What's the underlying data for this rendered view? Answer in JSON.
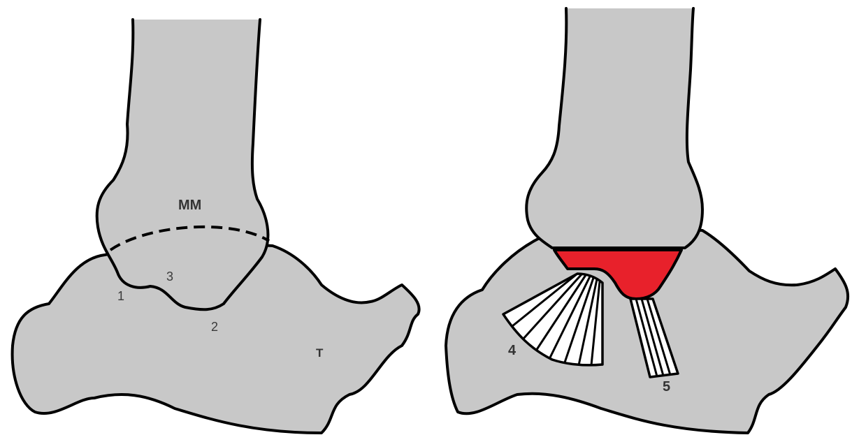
{
  "colors": {
    "bone_fill": "#c8c8c8",
    "outline": "#000000",
    "highlight": "#e8212b",
    "background": "#ffffff"
  },
  "left_panel": {
    "label_mm": "MM",
    "label_1": "1",
    "label_2": "2",
    "label_3": "3",
    "label_t": "T"
  },
  "right_panel": {
    "label_4": "4",
    "label_5": "5"
  }
}
